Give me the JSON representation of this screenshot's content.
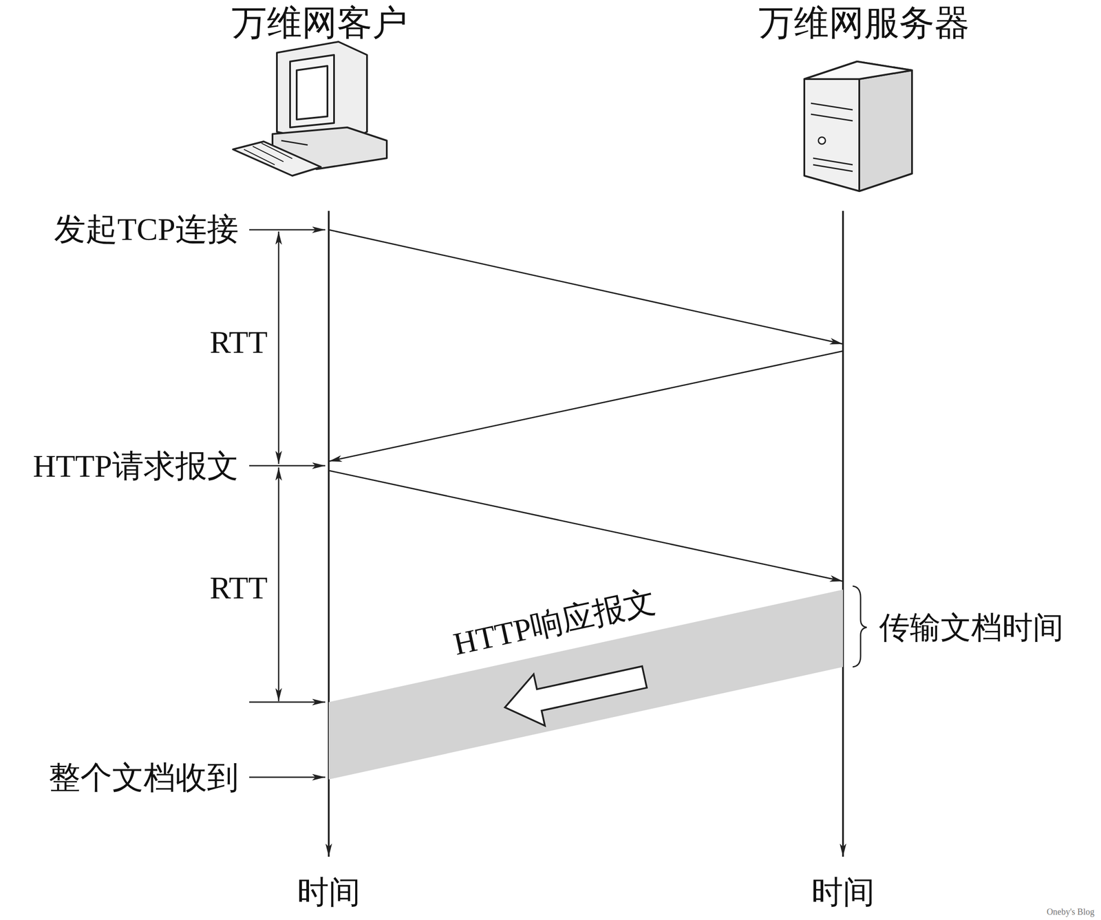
{
  "diagram": {
    "labels": [
      "万维网客户",
      "万维网服务器",
      "发起TCP连接",
      "RTT",
      "HTTP请求报文",
      "RTT",
      "HTTP响应报文",
      "传输文档时间",
      "整个文档收到",
      "时间",
      "时间",
      "Oneby's Blog"
    ]
  }
}
